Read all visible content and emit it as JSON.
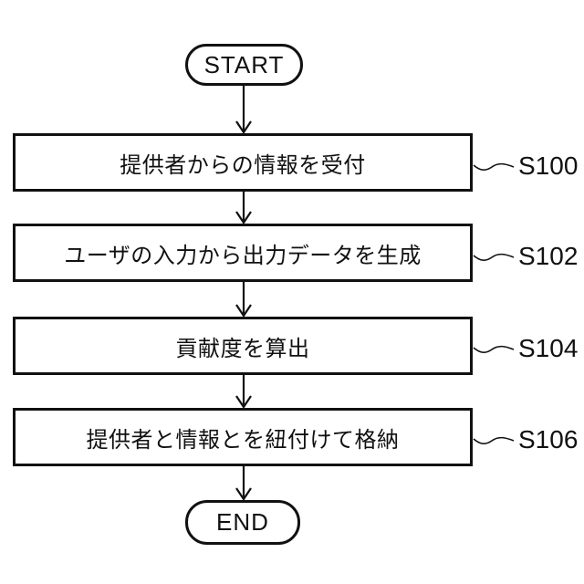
{
  "figure": {
    "type": "flowchart",
    "background_color": "#ffffff",
    "line_color": "#111111"
  },
  "flowchart": {
    "start_label": "START",
    "end_label": "END",
    "steps": [
      {
        "text": "提供者からの情報を受付",
        "ref": "S100"
      },
      {
        "text": "ユーザの入力から出力データを生成",
        "ref": "S102"
      },
      {
        "text": "貢献度を算出",
        "ref": "S104"
      },
      {
        "text": "提供者と情報とを紐付けて格納",
        "ref": "S106"
      }
    ]
  }
}
